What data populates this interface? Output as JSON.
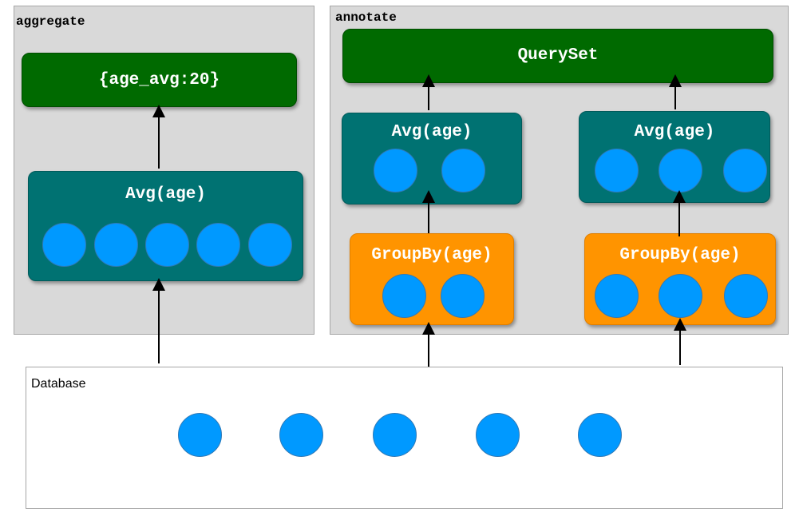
{
  "aggregate": {
    "title": "aggregate",
    "result_label": "{age_avg:20}",
    "avg_label": "Avg(age)"
  },
  "annotate": {
    "title": "annotate",
    "queryset_label": "QuerySet",
    "avg_left_label": "Avg(age)",
    "avg_right_label": "Avg(age)",
    "groupby_left_label": "GroupBy(age)",
    "groupby_right_label": "GroupBy(age)"
  },
  "database": {
    "title": "Database"
  },
  "colors": {
    "panel": "#d9d9d9",
    "green": "#006a00",
    "teal": "#007272",
    "orange": "#ff9400",
    "record": "#0099ff"
  }
}
